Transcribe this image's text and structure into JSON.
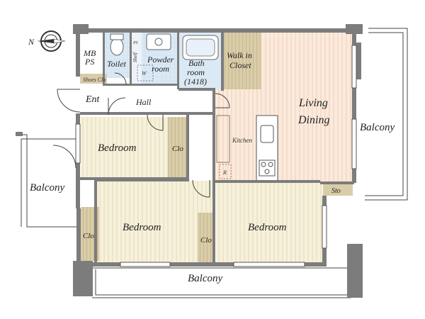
{
  "compass": {
    "north_label": "N",
    "icon": "compass-icon"
  },
  "rooms": {
    "mb_ps": {
      "line1": "MB",
      "line2": "PS"
    },
    "toilet": "Toilet",
    "ps_small": "PS",
    "shelf": "Shelf",
    "wm": "W",
    "powder_room": {
      "line1": "Powder",
      "line2": "room"
    },
    "bath_room": {
      "line1": "Bath",
      "line2": "room",
      "line3": "(1418)"
    },
    "walk_in_closet": {
      "line1": "Walk in",
      "line2": "Closet"
    },
    "shoes_clo": "Shoes Clo",
    "entrance": "Ent",
    "hall": "Hall",
    "living_dining": {
      "line1": "Living",
      "line2": "Dining"
    },
    "kitchen": "Kitchen",
    "refrigerator": "R",
    "bedroom_nw": "Bedroom",
    "closet_nw": "Clo",
    "bedroom_sw": "Bedroom",
    "closet_sw": "Clo",
    "bedroom_se": "Bedroom",
    "closet_se": "Clo",
    "storage": "Sto",
    "balcony_west": "Balcony",
    "balcony_east": "Balcony",
    "balcony_south": "Balcony"
  },
  "colors": {
    "wall": "#7c7c7c",
    "bedroom_floor": "#f6f1db",
    "living_floor": "#fbeadc",
    "closet": "#d9cca8",
    "wet_area": "#dbe9f5",
    "storage": "#d9cca8"
  }
}
